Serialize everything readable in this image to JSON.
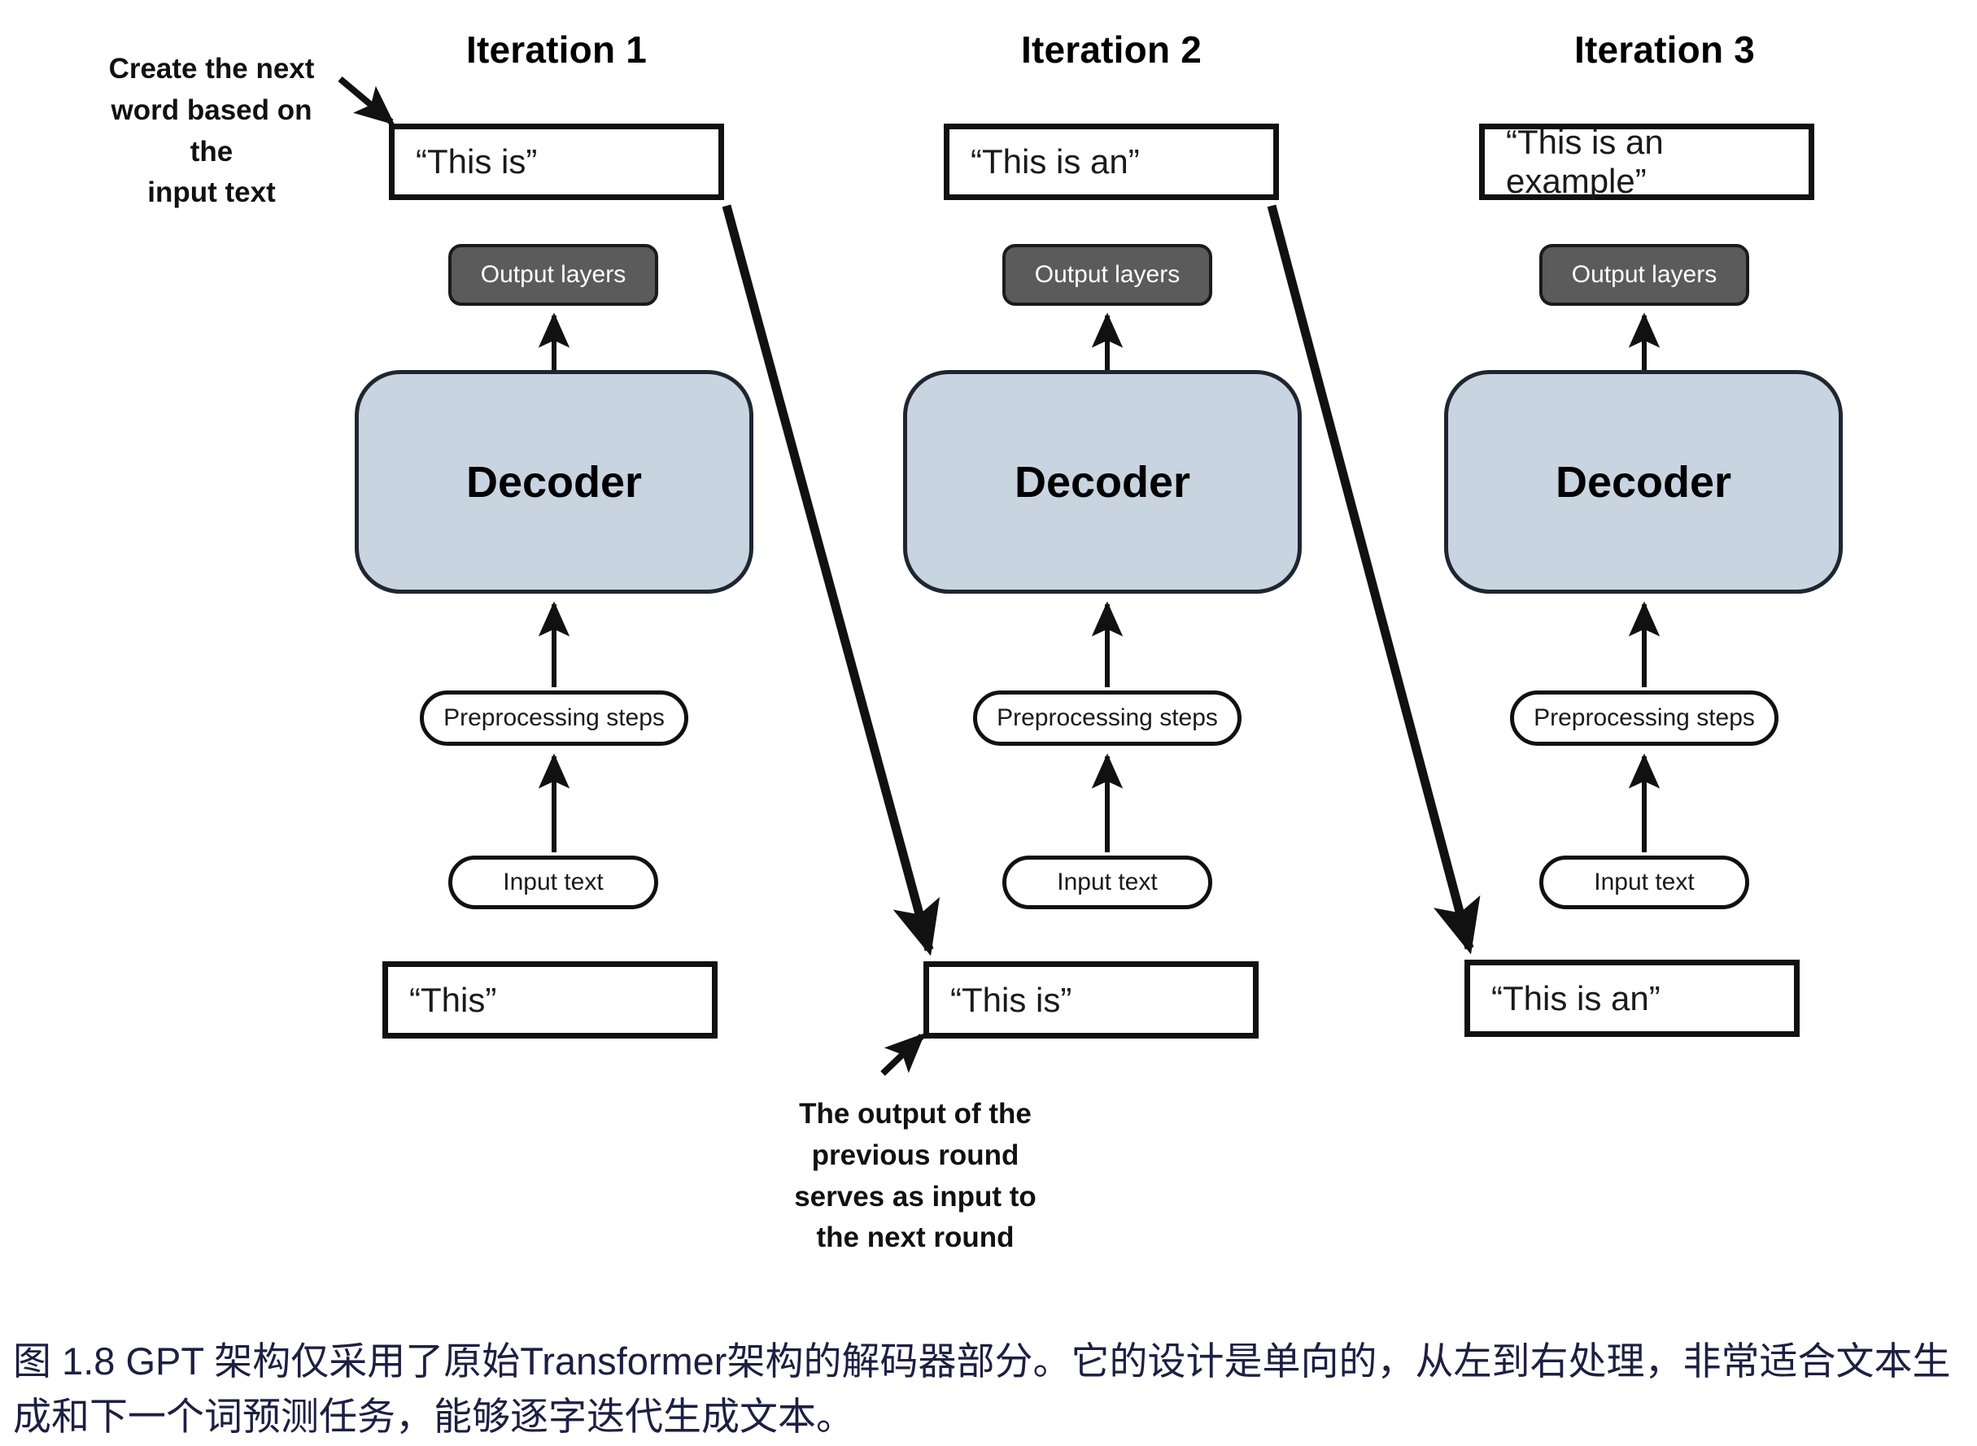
{
  "figure": {
    "caption": "图 1.8  GPT 架构仅采用了原始Transformer架构的解码器部分。它的设计是单向的，从左到右处理，非常适合文本生成和下一个词预测任务，能够逐字迭代生成文本。"
  },
  "annotations": {
    "top_left": "Create the next\nword based on the\ninput text",
    "top_left_lines": [
      "Create the next",
      "word based on the",
      "input text"
    ],
    "bottom_center": "The output of the\nprevious round\nserves as input to\nthe next round",
    "bottom_center_lines": [
      "The output of the",
      "previous round",
      "serves as input to",
      "the next round"
    ]
  },
  "labels": {
    "output_layers": "Output layers",
    "decoder": "Decoder",
    "preprocessing_steps": "Preprocessing steps",
    "input_text": "Input text"
  },
  "columns": [
    {
      "title": "Iteration 1",
      "output_string": "“This is”",
      "input_string": "“This”",
      "output_layers": "Output layers",
      "decoder": "Decoder",
      "preprocessing_steps": "Preprocessing steps",
      "input_text": "Input text"
    },
    {
      "title": "Iteration 2",
      "output_string": "“This is an”",
      "input_string": "“This is”",
      "output_layers": "Output layers",
      "decoder": "Decoder",
      "preprocessing_steps": "Preprocessing steps",
      "input_text": "Input text"
    },
    {
      "title": "Iteration 3",
      "output_string": "“This is an example”",
      "input_string": "“This is an”",
      "output_layers": "Output layers",
      "decoder": "Decoder",
      "preprocessing_steps": "Preprocessing steps",
      "input_text": "Input text"
    }
  ],
  "colors": {
    "decoder_fill": "#c9d4e1",
    "output_layers_fill": "#5b5b5b",
    "stroke": "#111111",
    "caption_text": "#1d1f42",
    "page_background": "#ffffff"
  }
}
